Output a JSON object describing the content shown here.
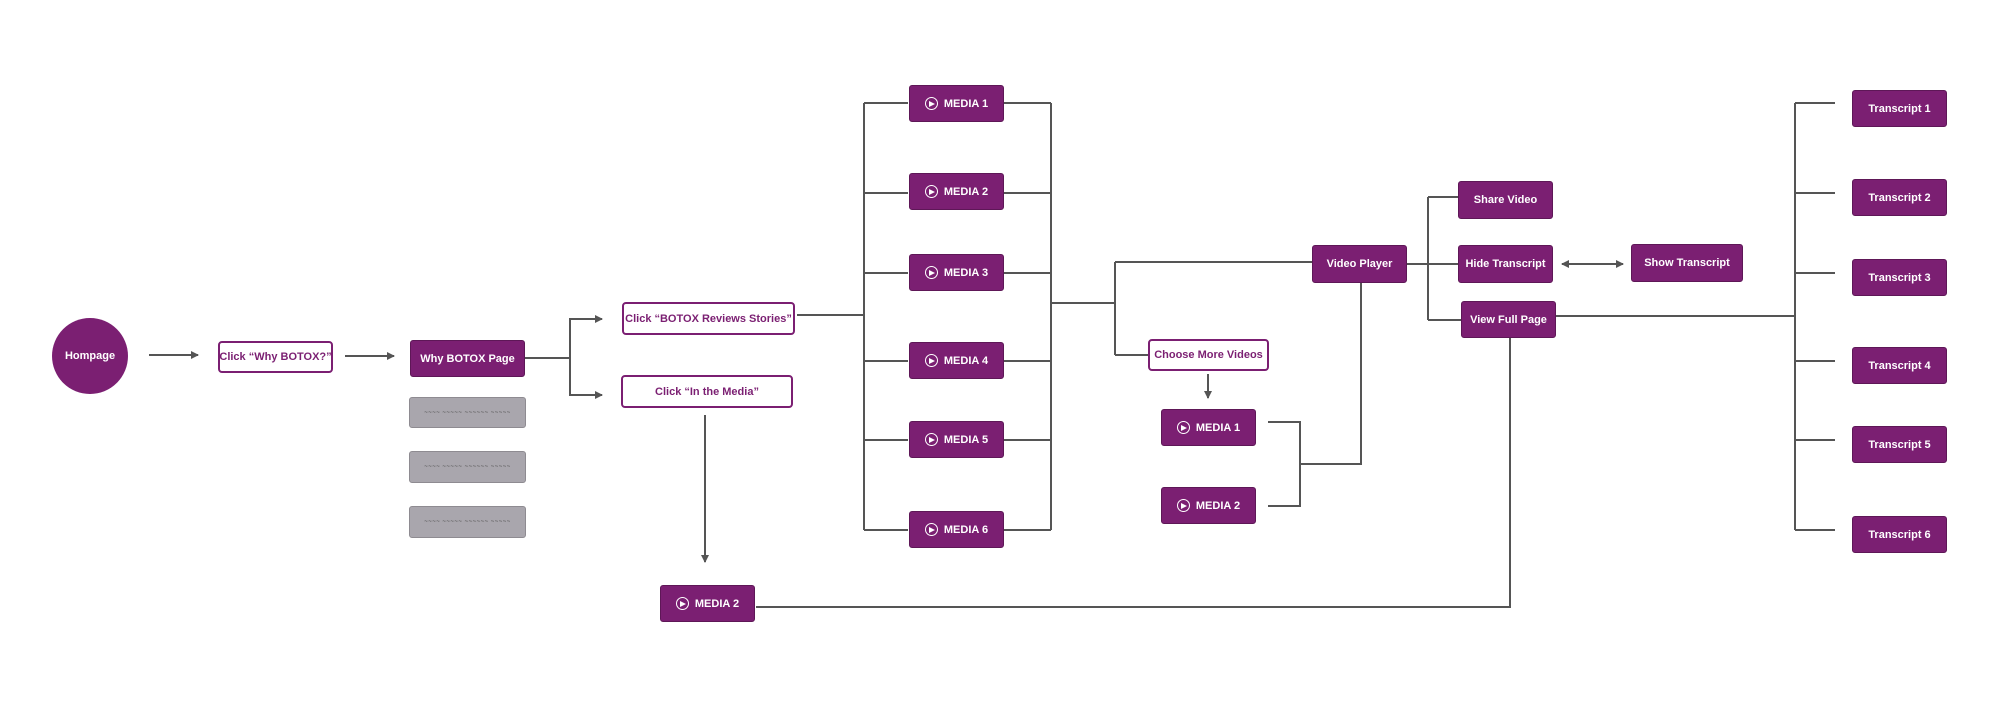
{
  "colors": {
    "accent": "#7b1f72",
    "connector": "#555555",
    "placeholder": "#a9a6ad"
  },
  "nodes": {
    "homepage": "Hompage",
    "click_why": "Click “Why BOTOX?”",
    "why_page": "Why BOTOX Page",
    "click_reviews": "Click “BOTOX Reviews  Stories”",
    "click_media": "Click “In the Media”",
    "media": [
      "MEDIA 1",
      "MEDIA 2",
      "MEDIA 3",
      "MEDIA 4",
      "MEDIA 5",
      "MEDIA 6"
    ],
    "media_bottom": "MEDIA 2",
    "video_player": "Video Player",
    "choose_more": "Choose More Videos",
    "more_media": [
      "MEDIA 1",
      "MEDIA 2"
    ],
    "share_video": "Share Video",
    "hide_transcript": "Hide Transcript",
    "show_transcript": "Show Transcript",
    "view_full_page": "View Full Page",
    "transcripts": [
      "Transcript 1",
      "Transcript 2",
      "Transcript 3",
      "Transcript 4",
      "Transcript 5",
      "Transcript 6"
    ],
    "placeholder_text": "~~~~  ~~~~~  ~~~~~~  ~~~~~"
  },
  "icons": {
    "play": "play-icon",
    "arrow": "arrow-icon"
  }
}
